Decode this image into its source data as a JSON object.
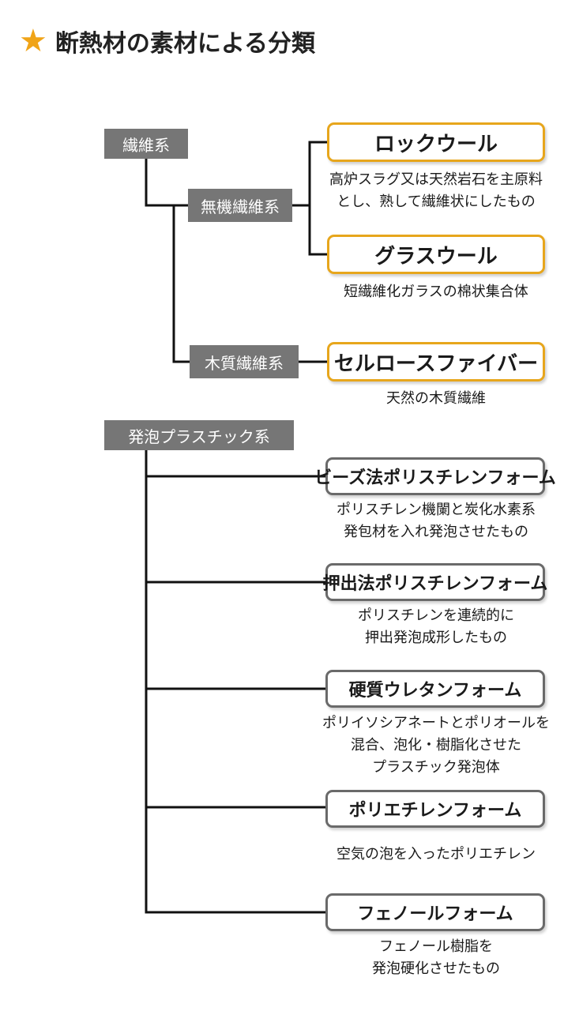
{
  "header": {
    "title": "断熱材の素材による分類",
    "star_color": "#f0a418"
  },
  "colors": {
    "category_bg": "#767676",
    "orange_border": "#e7a61c",
    "gray_border": "#6a6a6a",
    "line": "#111111"
  },
  "fiber": {
    "category": "繊維系",
    "inorganic": {
      "label": "無機繊維系",
      "materials": [
        {
          "name": "ロックウール",
          "desc": [
            "高炉スラグ又は天然岩石を主原料",
            "とし、熟して繊維状にしたもの"
          ]
        },
        {
          "name": "グラスウール",
          "desc": [
            "短繊維化ガラスの棉状集合体"
          ]
        }
      ]
    },
    "wood": {
      "label": "木質繊維系",
      "materials": [
        {
          "name": "セルロースファイバー",
          "desc": [
            "天然の木質繊維"
          ]
        }
      ]
    }
  },
  "foam": {
    "category": "発泡プラスチック系",
    "materials": [
      {
        "name": "ビーズ法ポリスチレンフォーム",
        "desc": [
          "ポリスチレン機闌と炭化水素系",
          "発包材を入れ発泡させたもの"
        ]
      },
      {
        "name": "押出法ポリスチレンフォーム",
        "desc": [
          "ポリスチレンを連続的に",
          "押出発泡成形したもの"
        ]
      },
      {
        "name": "硬質ウレタンフォーム",
        "desc": [
          "ポリイソシアネートとポリオールを",
          "混合、泡化・樹脂化させた",
          "プラスチック発泡体"
        ]
      },
      {
        "name": "ポリエチレンフォーム",
        "desc": [
          "空気の泡を入ったポリエチレン"
        ]
      },
      {
        "name": "フェノールフォーム",
        "desc": [
          "フェノール樹脂を",
          "発泡硬化させたもの"
        ]
      }
    ]
  }
}
